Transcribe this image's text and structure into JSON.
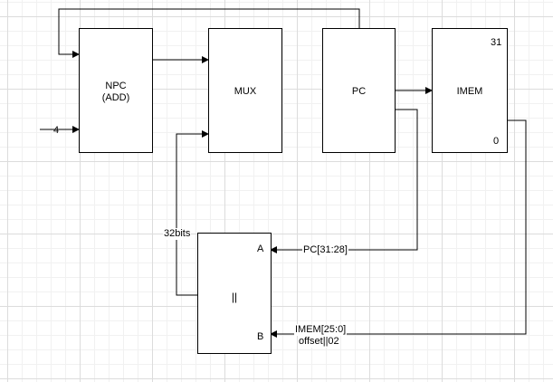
{
  "blocks": {
    "npc": {
      "line1": "NPC",
      "line2": "(ADD)"
    },
    "mux": {
      "label": "MUX"
    },
    "pc": {
      "label": "PC"
    },
    "imem": {
      "label": "IMEM",
      "top_index": "31",
      "bottom_index": "0"
    },
    "concat": {
      "label": "||",
      "port_a": "A",
      "port_b": "B"
    }
  },
  "signals": {
    "const_four": "4",
    "width": "32bits",
    "pc_bits": "PC[31:28]",
    "imem_bits": "IMEM[25:0]",
    "offset": "offset||02"
  },
  "colors": {
    "stroke": "#000000",
    "grid_major": "#dcdcdc",
    "grid_minor": "#f1f1f1"
  }
}
